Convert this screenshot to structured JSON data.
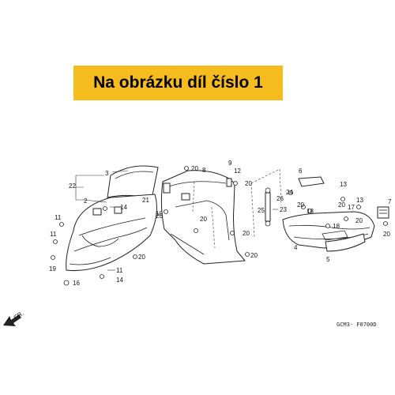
{
  "banner": {
    "text": "Na obrázku díl číslo 1"
  },
  "diagram": {
    "drawing_code": "GCM3- F0700D",
    "front_label": "FR.",
    "callouts": {
      "c22": "22",
      "c3": "3",
      "c2": "2",
      "c11a": "11",
      "c11b": "11",
      "c11c": "11",
      "c14a": "14",
      "c14b": "14",
      "c19": "19",
      "c16": "16",
      "c20a": "20",
      "c20b": "20",
      "c20c": "20",
      "c20d": "20",
      "c20e": "20",
      "c20f": "20",
      "c20g": "20",
      "c20h": "20",
      "c20i": "20",
      "c20j": "20",
      "c20k": "20",
      "c8": "8",
      "c9": "9",
      "c12": "12",
      "c10": "10",
      "c21": "21",
      "c6": "6",
      "c24": "24",
      "c26": "26",
      "c25": "25",
      "c23": "23",
      "c4": "4",
      "c18a": "18",
      "c18b": "18",
      "c17": "17",
      "c5": "5",
      "c13a": "13",
      "c13b": "13",
      "c7": "7"
    }
  }
}
